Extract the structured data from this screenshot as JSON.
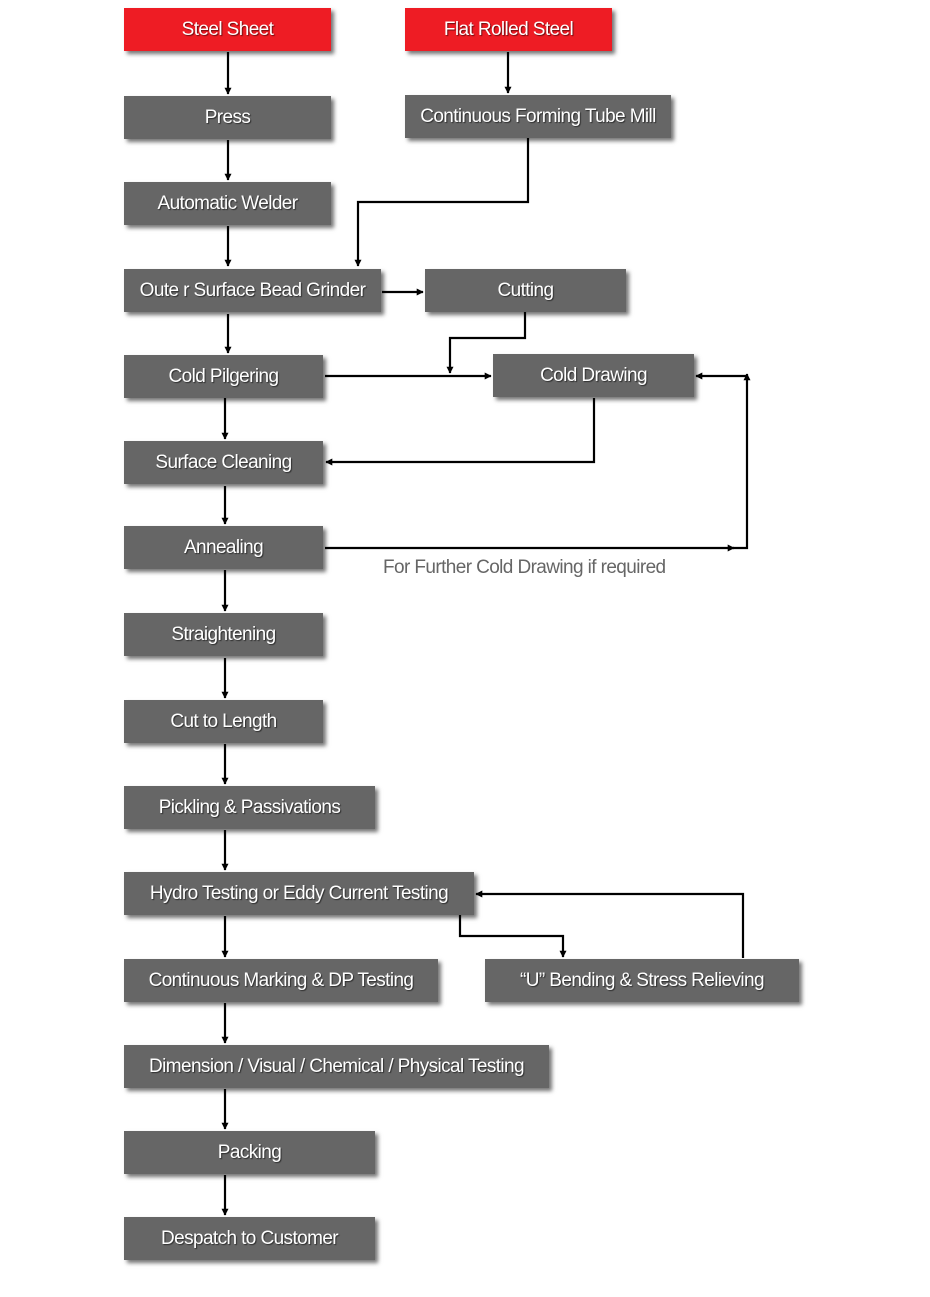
{
  "colors": {
    "box_fill": "#666666",
    "start_fill": "#ee1c24",
    "text": "#ffffff",
    "arrow": "#000000",
    "note": "#666666"
  },
  "nodes": {
    "steel_sheet": "Steel Sheet",
    "flat_rolled_steel": "Flat Rolled Steel",
    "press": "Press",
    "continuous_forming_tube_mill": "Continuous Forming Tube Mill",
    "automatic_welder": "Automatic Welder",
    "outer_surface_bead_grinder": "Oute r Surface Bead Grinder",
    "cutting": "Cutting",
    "cold_pilgering": "Cold Pilgering",
    "cold_drawing": "Cold Drawing",
    "surface_cleaning": "Surface Cleaning",
    "annealing": "Annealing",
    "straightening": "Straightening",
    "cut_to_length": "Cut to Length",
    "pickling_passivations": "Pickling & Passivations",
    "hydro_testing": "Hydro Testing or Eddy Current Testing",
    "continuous_marking": "Continuous Marking & DP Testing",
    "u_bending": "“U” Bending & Stress Relieving",
    "dimension_testing": "Dimension / Visual / Chemical / Physical Testing",
    "packing": "Packing",
    "despatch": "Despatch to Customer"
  },
  "notes": {
    "further_cold_drawing": "For Further Cold Drawing if required"
  }
}
